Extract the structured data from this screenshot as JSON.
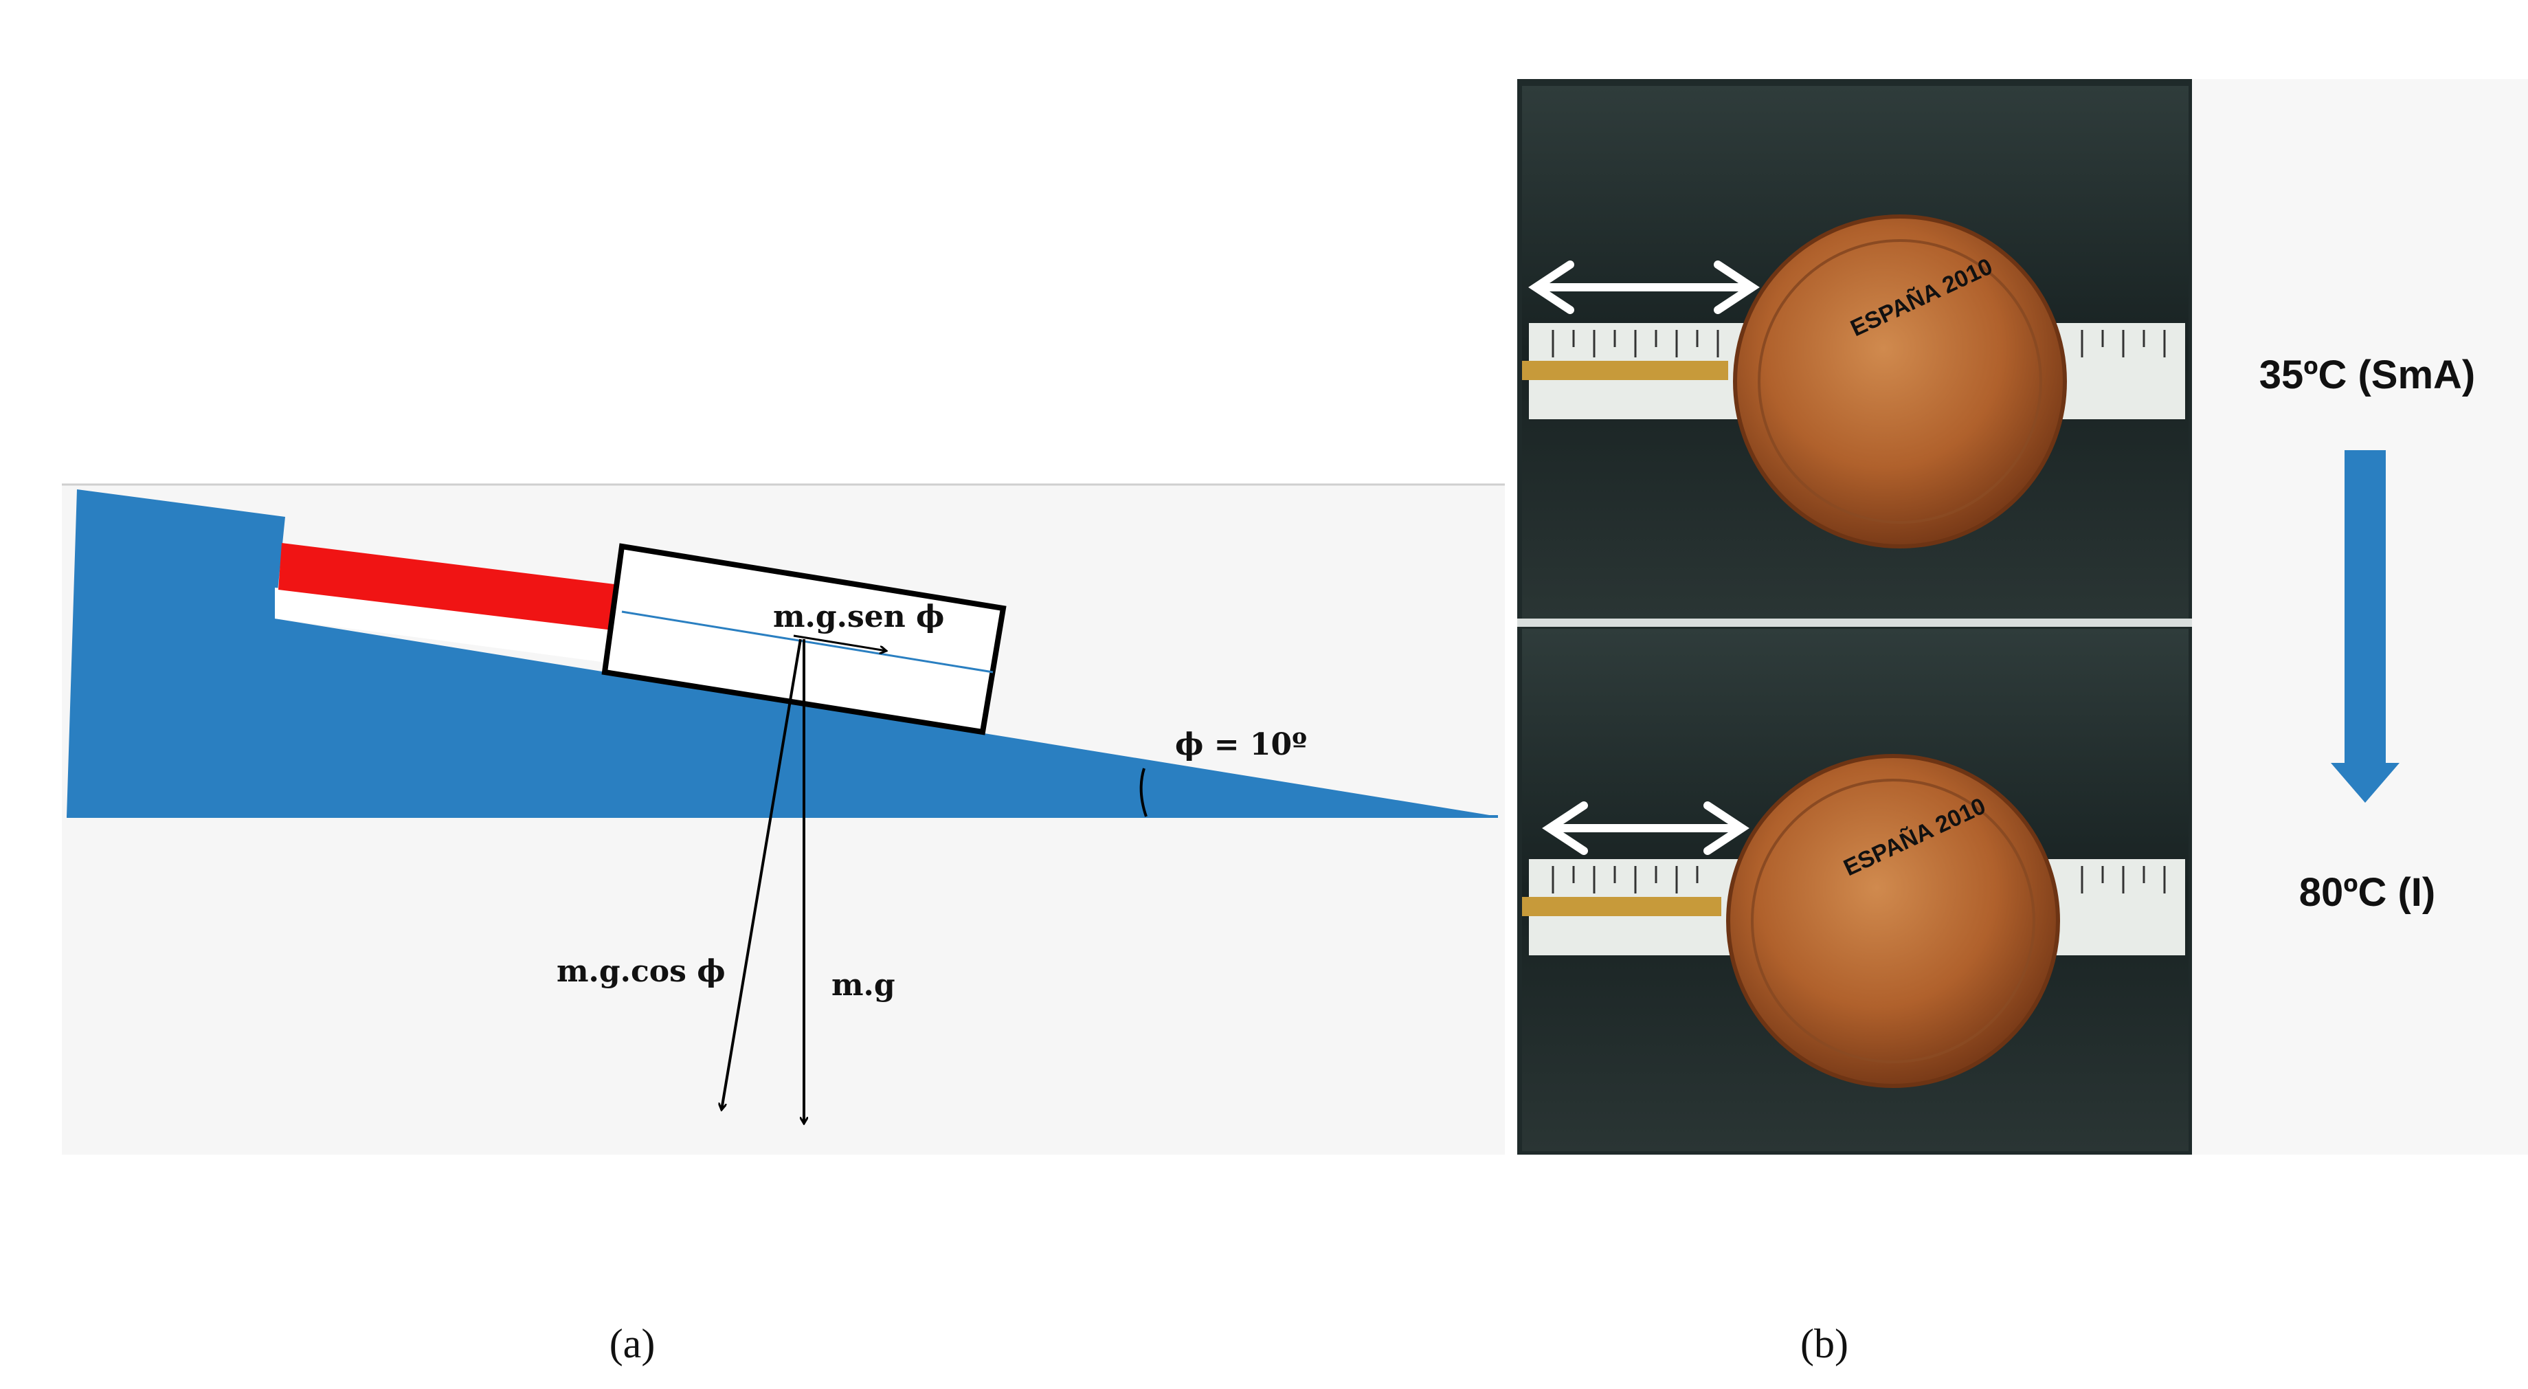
{
  "panel_a": {
    "caption": "(a)",
    "labels": {
      "parallel_force": "m.g.sen ϕ",
      "perpendicular_force": "m.g.cos ϕ",
      "weight": "m.g",
      "angle": "ϕ = 10º"
    },
    "angle_deg": 10,
    "colors": {
      "incline": "#2a7fc1",
      "rod": "#f01414",
      "background": "#f6f6f6"
    }
  },
  "panel_b": {
    "caption": "(b)",
    "states": {
      "top": "35ºC (SmA)",
      "bottom": "80ºC (I)"
    },
    "coin_text": "ESPAÑA 2010",
    "colors": {
      "arrow": "#2a7fc1",
      "coin": "#b5662f",
      "photo_bg": "#1f2a2a"
    }
  }
}
